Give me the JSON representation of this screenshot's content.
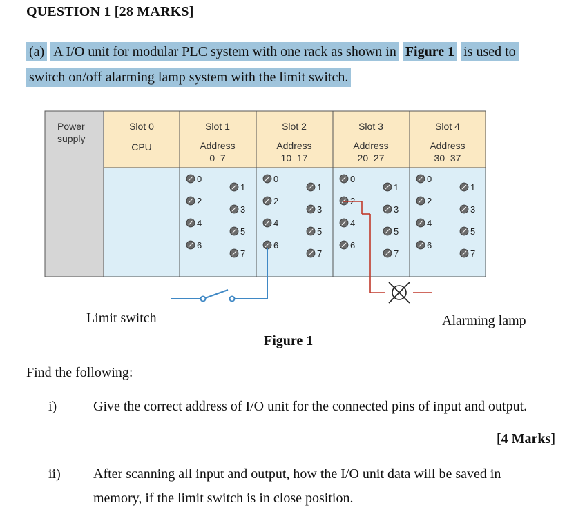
{
  "question": {
    "title": "QUESTION 1 [28 MARKS]"
  },
  "part_a": {
    "label": "(a)",
    "line1_a": "A I/O unit for modular PLC system with one rack as shown in",
    "line1_fig": "Figure 1",
    "line1_b": "is used to",
    "line2": "switch on/off alarming lamp system with the limit switch."
  },
  "figure": {
    "caption": "Figure 1",
    "limit_switch_label": "Limit switch",
    "lamp_label": "Alarming lamp",
    "power_supply": [
      "Power",
      "supply"
    ],
    "slot0": {
      "title": "Slot 0",
      "name": "CPU"
    },
    "slots": [
      {
        "title": "Slot 1",
        "address_word": "Address",
        "range": "0–7"
      },
      {
        "title": "Slot 2",
        "address_word": "Address",
        "range": "10–17"
      },
      {
        "title": "Slot 3",
        "address_word": "Address",
        "range": "20–27"
      },
      {
        "title": "Slot 4",
        "address_word": "Address",
        "range": "30–37"
      }
    ],
    "pins": [
      "0",
      "1",
      "2",
      "3",
      "4",
      "5",
      "6",
      "7"
    ],
    "colors": {
      "header_fill": "#fbe9c3",
      "body_fill": "#dceef7",
      "power_fill": "#d6d6d6",
      "wire_input": "#3f88c5",
      "wire_output": "#c0392b",
      "terminal": "#6a6a6a"
    }
  },
  "find": {
    "intro": "Find the following:",
    "items": [
      {
        "num": "i)",
        "text": "Give the correct address of I/O unit for the connected pins of input and output.",
        "marks": "[4 Marks]"
      },
      {
        "num": "ii)",
        "text_l1": "After scanning all input and output, how the I/O unit data will be saved in",
        "text_l2": "memory, if the limit switch is in close position."
      }
    ]
  }
}
